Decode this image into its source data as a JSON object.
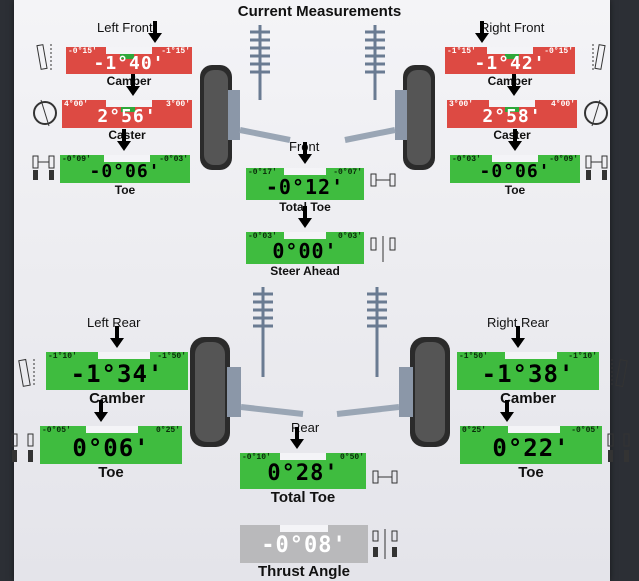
{
  "title": "Current Measurements",
  "sections": {
    "left_front": "Left Front",
    "right_front": "Right Front",
    "front": "Front",
    "left_rear": "Left Rear",
    "right_rear": "Right Rear",
    "rear": "Rear"
  },
  "measurements": {
    "lf_camber": {
      "label": "Camber",
      "value": "-1°40'",
      "min": "-0°15'",
      "max": "-1°15'",
      "status": "out"
    },
    "rf_camber": {
      "label": "Camber",
      "value": "-1°42'",
      "min": "-1°15'",
      "max": "-0°15'",
      "status": "out"
    },
    "lf_caster": {
      "label": "Caster",
      "value": "2°56'",
      "min": "4°00'",
      "max": "3°00'",
      "status": "out"
    },
    "rf_caster": {
      "label": "Caster",
      "value": "2°58'",
      "min": "3°00'",
      "max": "4°00'",
      "status": "out"
    },
    "lf_toe": {
      "label": "Toe",
      "value": "-0°06'",
      "min": "-0°09'",
      "max": "-0°03'",
      "status": "in"
    },
    "rf_toe": {
      "label": "Toe",
      "value": "-0°06'",
      "min": "-0°03'",
      "max": "-0°09'",
      "status": "in"
    },
    "front_total_toe": {
      "label": "Total Toe",
      "value": "-0°12'",
      "min": "-0°17'",
      "max": "-0°07'",
      "status": "in"
    },
    "steer_ahead": {
      "label": "Steer Ahead",
      "value": "0°00'",
      "min": "-0°03'",
      "max": "0°03'",
      "status": "in"
    },
    "lr_camber": {
      "label": "Camber",
      "value": "-1°34'",
      "min": "-1°10'",
      "max": "-1°50'",
      "status": "in"
    },
    "rr_camber": {
      "label": "Camber",
      "value": "-1°38'",
      "min": "-1°50'",
      "max": "-1°10'",
      "status": "in"
    },
    "lr_toe": {
      "label": "Toe",
      "value": "0°06'",
      "min": "-0°05'",
      "max": "0°25'",
      "status": "in"
    },
    "rr_toe": {
      "label": "Toe",
      "value": "0°22'",
      "min": "0°25'",
      "max": "-0°05'",
      "status": "in"
    },
    "rear_total_toe": {
      "label": "Total Toe",
      "value": "0°28'",
      "min": "-0°10'",
      "max": "0°50'",
      "status": "in"
    },
    "thrust_angle": {
      "label": "Thrust Angle",
      "value": "-0°08'",
      "status": "neutral"
    }
  },
  "colors": {
    "in_spec": "#3fbc3f",
    "out_of_spec": "#dd4a43",
    "neutral": "#b9b9bb"
  }
}
